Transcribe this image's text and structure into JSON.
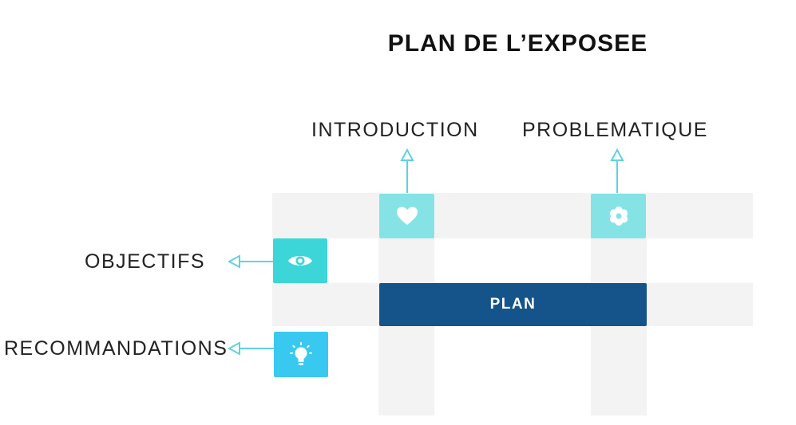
{
  "title": "PLAN DE L’EXPOSEE",
  "center": {
    "label": "PLAN"
  },
  "items": {
    "introduction": {
      "label": "INTRODUCTION",
      "icon": "heart-icon",
      "color": "#86e3e5"
    },
    "problematique": {
      "label": "PROBLEMATIQUE",
      "icon": "flower-icon",
      "color": "#86e3e5"
    },
    "objectifs": {
      "label": "OBJECTIFS",
      "icon": "eye-icon",
      "color": "#3cd6d8"
    },
    "recommandations": {
      "label": "RECOMMANDATIONS",
      "icon": "lightbulb-icon",
      "color": "#39c9f0"
    }
  },
  "colors": {
    "band": "#f3f3f3",
    "plan": "#15548a",
    "connector": "#5fd3dd"
  }
}
